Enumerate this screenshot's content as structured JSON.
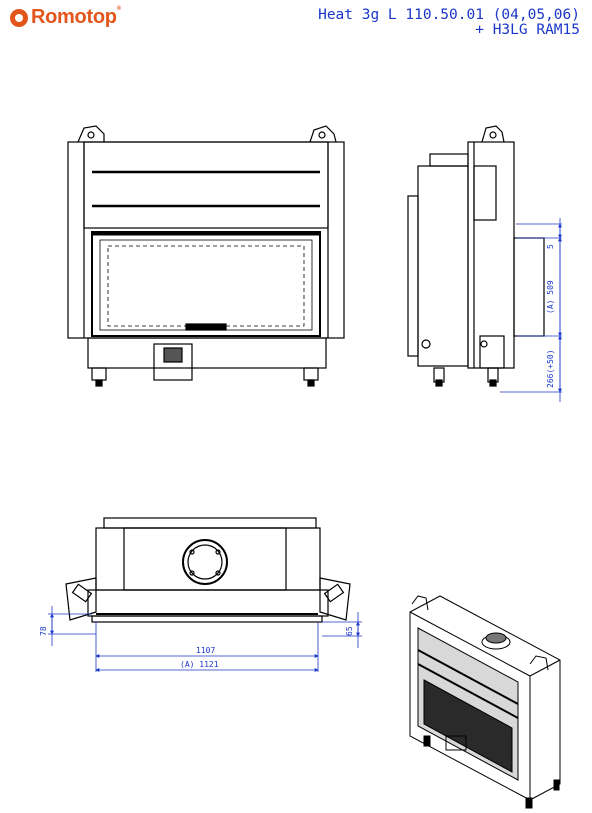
{
  "brand": {
    "name": "Romotop",
    "registered": "®",
    "color": "#e2551b"
  },
  "title": {
    "line1": "Heat 3g L 110.50.01 (04,05,06)",
    "line2": "+ H3LG RAM15"
  },
  "accent_color": "#1a37c8",
  "dimensions": {
    "side_top_gap": "5",
    "side_height": "(A) 509",
    "side_bottom": "266(+50)",
    "top_left_depth": "78",
    "top_right_depth": "65",
    "top_width_inner": "1107",
    "top_width_outer": "(A) 1121"
  }
}
